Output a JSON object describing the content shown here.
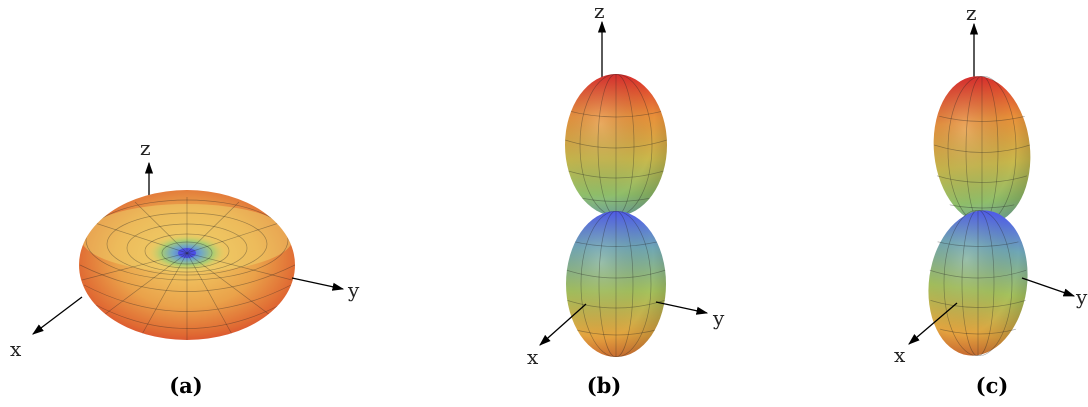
{
  "panels": [
    {
      "id": "a",
      "caption": "(a)",
      "shape": "torus",
      "axes": {
        "x": "x",
        "y": "y",
        "z": "z"
      }
    },
    {
      "id": "b",
      "caption": "(b)",
      "shape": "dumbbell-vertical",
      "axes": {
        "x": "x",
        "y": "y",
        "z": "z"
      }
    },
    {
      "id": "c",
      "caption": "(c)",
      "shape": "dumbbell-tilted",
      "axes": {
        "x": "x",
        "y": "y",
        "z": "z"
      }
    }
  ],
  "colors": {
    "red": "#d9312a",
    "orange": "#e8932e",
    "yellow": "#d9c04a",
    "green": "#8dbd5e",
    "teal": "#6fb7a8",
    "blue": "#5a6ef2"
  }
}
